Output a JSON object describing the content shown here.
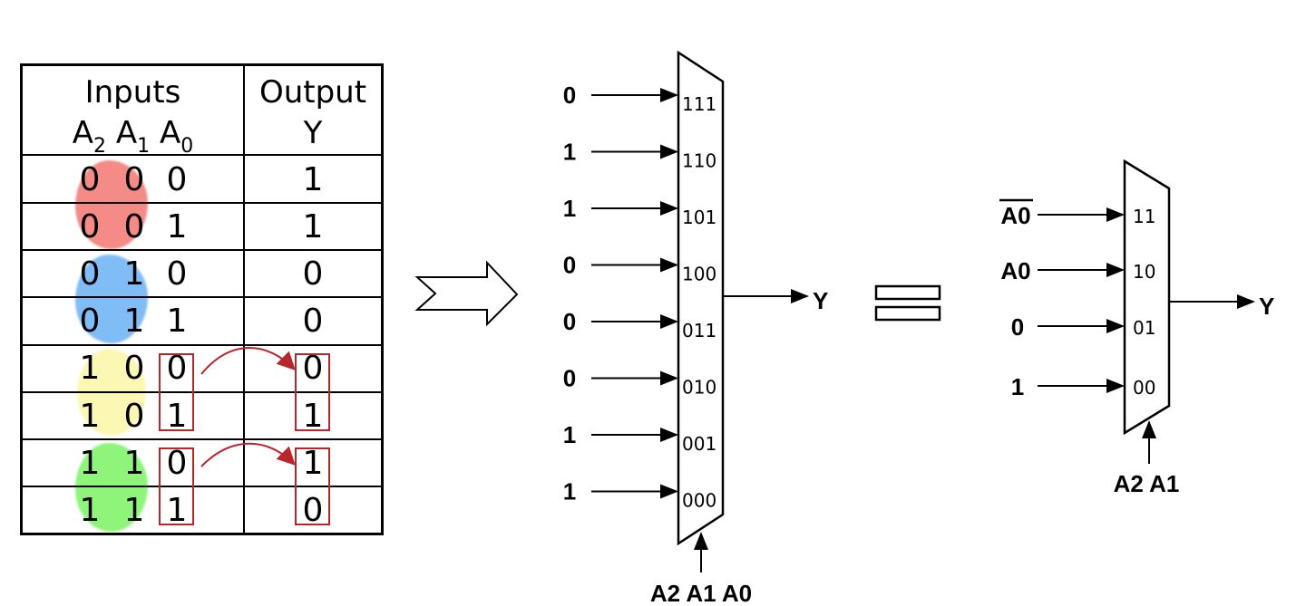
{
  "truth_table": {
    "header_inputs": "Inputs",
    "header_output": "Output",
    "col_a2": {
      "base": "A",
      "sub": "2"
    },
    "col_a1": {
      "base": "A",
      "sub": "1"
    },
    "col_a0": {
      "base": "A",
      "sub": "0"
    },
    "col_y": "Y",
    "rows": [
      {
        "a2": "0",
        "a1": "0",
        "a0": "0",
        "y": "1"
      },
      {
        "a2": "0",
        "a1": "0",
        "a0": "1",
        "y": "1"
      },
      {
        "a2": "0",
        "a1": "1",
        "a0": "0",
        "y": "0"
      },
      {
        "a2": "0",
        "a1": "1",
        "a0": "1",
        "y": "0"
      },
      {
        "a2": "1",
        "a1": "0",
        "a0": "0",
        "y": "0"
      },
      {
        "a2": "1",
        "a1": "0",
        "a0": "1",
        "y": "1"
      },
      {
        "a2": "1",
        "a1": "1",
        "a0": "0",
        "y": "1"
      },
      {
        "a2": "1",
        "a1": "1",
        "a0": "1",
        "y": "0"
      }
    ],
    "highlight_colors": [
      "#f48b86",
      "#80bdf6",
      "#fbf8b4",
      "#8ef57a"
    ],
    "box_color": "#b8262b"
  },
  "mux8": {
    "inputs": [
      {
        "value": "0",
        "select": "111"
      },
      {
        "value": "1",
        "select": "110"
      },
      {
        "value": "1",
        "select": "101"
      },
      {
        "value": "0",
        "select": "100"
      },
      {
        "value": "0",
        "select": "011"
      },
      {
        "value": "0",
        "select": "010"
      },
      {
        "value": "1",
        "select": "001"
      },
      {
        "value": "1",
        "select": "000"
      }
    ],
    "output": "Y",
    "select_label": "A2 A1 A0"
  },
  "mux4": {
    "inputs": [
      {
        "value": "A0",
        "overline": true,
        "select": "11"
      },
      {
        "value": "A0",
        "overline": false,
        "select": "10"
      },
      {
        "value": "0",
        "overline": false,
        "select": "01"
      },
      {
        "value": "1",
        "overline": false,
        "select": "00"
      }
    ],
    "output": "Y",
    "select_label": "A2 A1"
  }
}
